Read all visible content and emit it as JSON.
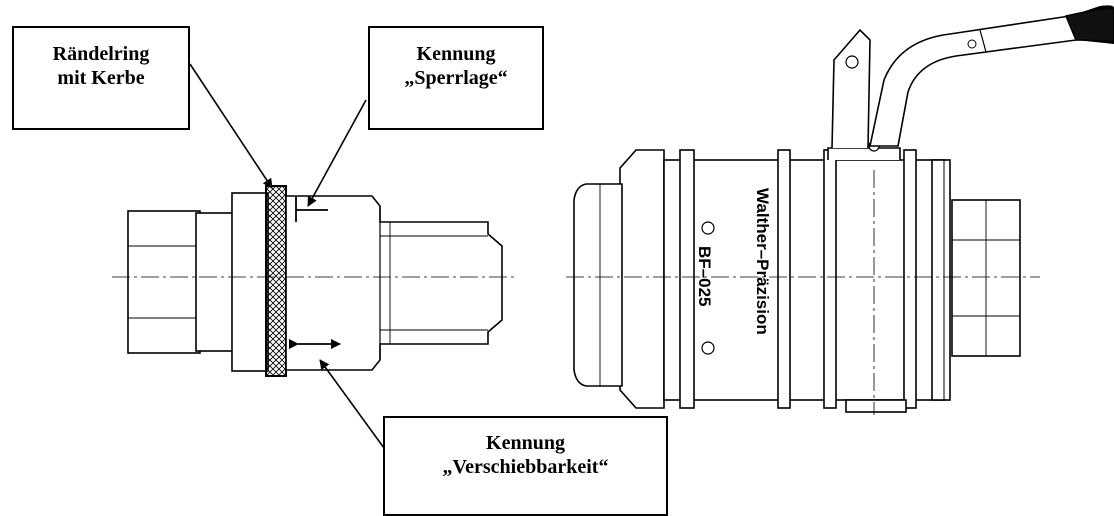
{
  "callouts": {
    "knurled_ring": {
      "line1": "Rändelring",
      "line2": "mit Kerbe"
    },
    "lock_position": {
      "line1": "Kennung",
      "line2": "„Sperrlage“"
    },
    "slidability": {
      "line1": "Kennung",
      "line2": "„Verschiebbarkeit“"
    }
  },
  "coupling_labels": {
    "brand": "Walther–Präzision",
    "model": "BF–025"
  },
  "colors": {
    "line": "#000000",
    "background": "#ffffff"
  }
}
